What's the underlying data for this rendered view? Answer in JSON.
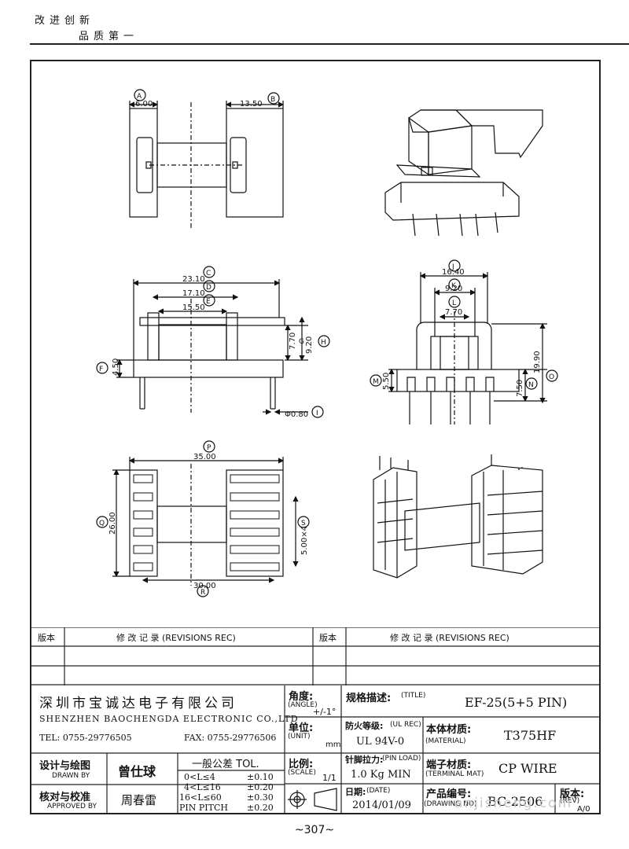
{
  "slogan": {
    "line1": "改进创新",
    "line2": "品质第一"
  },
  "drawing": {
    "top_view": {
      "dim_a": "6.00",
      "dim_b": "13.50",
      "tag_a": "A",
      "tag_b": "B"
    },
    "front_view": {
      "dim_c": "23.10",
      "dim_d": "17.10",
      "dim_e": "15.50",
      "dim_g": "7.70",
      "dim_h": "9.20",
      "dim_f": "4.50",
      "dim_i": "Φ0.80",
      "tag_c": "C",
      "tag_d": "D",
      "tag_e": "E",
      "tag_f": "F",
      "tag_g": "G",
      "tag_h": "H",
      "tag_i": "I"
    },
    "side_view": {
      "dim_j": "16.40",
      "dim_k": "9.20",
      "dim_l": "7.70",
      "dim_m": "5.50",
      "dim_n": "7.50",
      "dim_o": "19.90",
      "tag_j": "J",
      "tag_k": "K",
      "tag_l": "L",
      "tag_m": "M",
      "tag_n": "N",
      "tag_o": "O"
    },
    "bottom_view": {
      "dim_p": "35.00",
      "dim_q": "26.00",
      "dim_r": "30.00",
      "dim_s": "5.00×4",
      "tag_p": "P",
      "tag_q": "Q",
      "tag_r": "R",
      "tag_s": "S"
    }
  },
  "revisions": {
    "col_version": "版本",
    "col_record": "修 改 记 录  (REVISIONS REC)"
  },
  "company": {
    "name_cn": "深圳市宝诚达电子有限公司",
    "name_en": "SHENZHEN BAOCHENGDA ELECTRONIC CO.,LTD",
    "tel": "TEL: 0755-29776505",
    "fax": "FAX: 0755-29776506"
  },
  "angle": {
    "label_cn": "角度:",
    "label_en": "(ANGLE)",
    "value": "+/-1°"
  },
  "unit": {
    "label_cn": "单位:",
    "label_en": "(UNIT)",
    "value": "mm"
  },
  "scale": {
    "label_cn": "比例:",
    "label_en": "(SCALE)",
    "value": "1/1"
  },
  "title": {
    "label_cn": "规格描述:",
    "label_en": "(TITLE)",
    "value": "EF-25(5+5 PIN)"
  },
  "ul_rec": {
    "label_cn": "防火等级:",
    "label_en": "(UL REC)",
    "value": "UL 94V-0"
  },
  "material": {
    "label_cn": "本体材质:",
    "label_en": "(MATERIAL)",
    "value": "T375HF"
  },
  "pin_load": {
    "label_cn": "针脚拉力:",
    "label_en": "(PIN LOAD)",
    "value": "1.0 Kg MIN"
  },
  "terminal": {
    "label_cn": "端子材质:",
    "label_en": "(TERMINAL MAT)",
    "value": "CP WIRE"
  },
  "date": {
    "label_cn": "日期:",
    "label_en": "(DATE)",
    "value": "2014/01/09"
  },
  "drawing_no": {
    "label_cn": "产品编号:",
    "label_en": "(DRAWING NO)",
    "value": "BC-2506"
  },
  "rev": {
    "label_cn": "版本:",
    "label_en": "(REV)",
    "value": "A/0"
  },
  "drawn_by": {
    "label_cn": "设计与绘图",
    "label_en": "DRAWN BY",
    "value": "曾仕球"
  },
  "approved_by": {
    "label_cn": "核对与校准",
    "label_en": "APPROVED BY",
    "value": "周春雷"
  },
  "tolerance": {
    "title": "一般公差 TOL.",
    "rows": [
      {
        "range": "0<L≤4",
        "tol": "±0.10"
      },
      {
        "range": "4<L≤16",
        "tol": "±0.20"
      },
      {
        "range": "16<L≤60",
        "tol": "±0.30"
      },
      {
        "range": "PIN PITCH",
        "tol": "±0.20"
      }
    ]
  },
  "watermark": "anjisheng.com",
  "page_number": "~307~"
}
